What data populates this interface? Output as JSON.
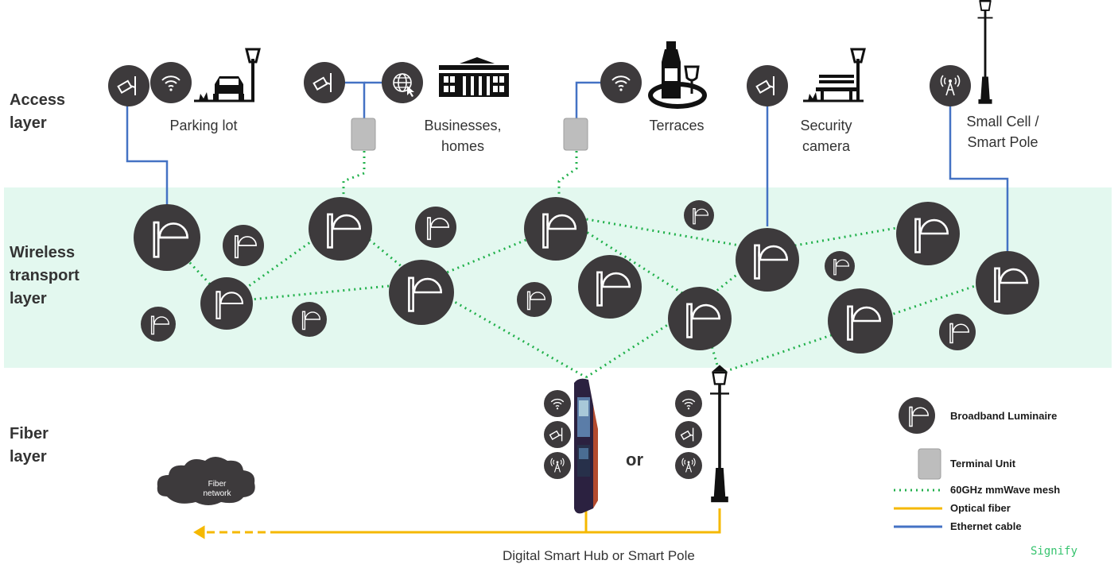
{
  "layers": {
    "access": "Access\nlayer",
    "wireless": "Wireless\ntransport\nlayer",
    "fiber": "Fiber\nlayer"
  },
  "sites": {
    "parking": "Parking lot",
    "businesses": "Businesses,\nhomes",
    "terraces": "Terraces",
    "security": "Security\ncamera",
    "smallcell": "Small Cell /\nSmart Pole"
  },
  "cloud_label": "Fiber\nnetwork",
  "or_label": "or",
  "caption": "Digital Smart Hub or  Smart Pole",
  "legend": {
    "luminaire": "Broadband Luminaire",
    "terminal": "Terminal Unit",
    "mesh": "60GHz mmWave mesh",
    "fiber": "Optical fiber",
    "ethernet": "Ethernet cable"
  },
  "brand": "Signify",
  "colors": {
    "band": "#e3f8ef",
    "node": "#3d3a3c",
    "mesh": "#22b14c",
    "fiber": "#f5b800",
    "ethernet": "#4472c4",
    "brand": "#36c36e"
  },
  "icons": [
    "camera-icon",
    "wifi-icon",
    "car-icon",
    "lamp-post-icon",
    "globe-icon",
    "building-icon",
    "wine-icon",
    "bench-icon",
    "antenna-icon",
    "street-lamp-icon",
    "smart-hub-icon",
    "cloud-icon",
    "luminaire-icon"
  ]
}
